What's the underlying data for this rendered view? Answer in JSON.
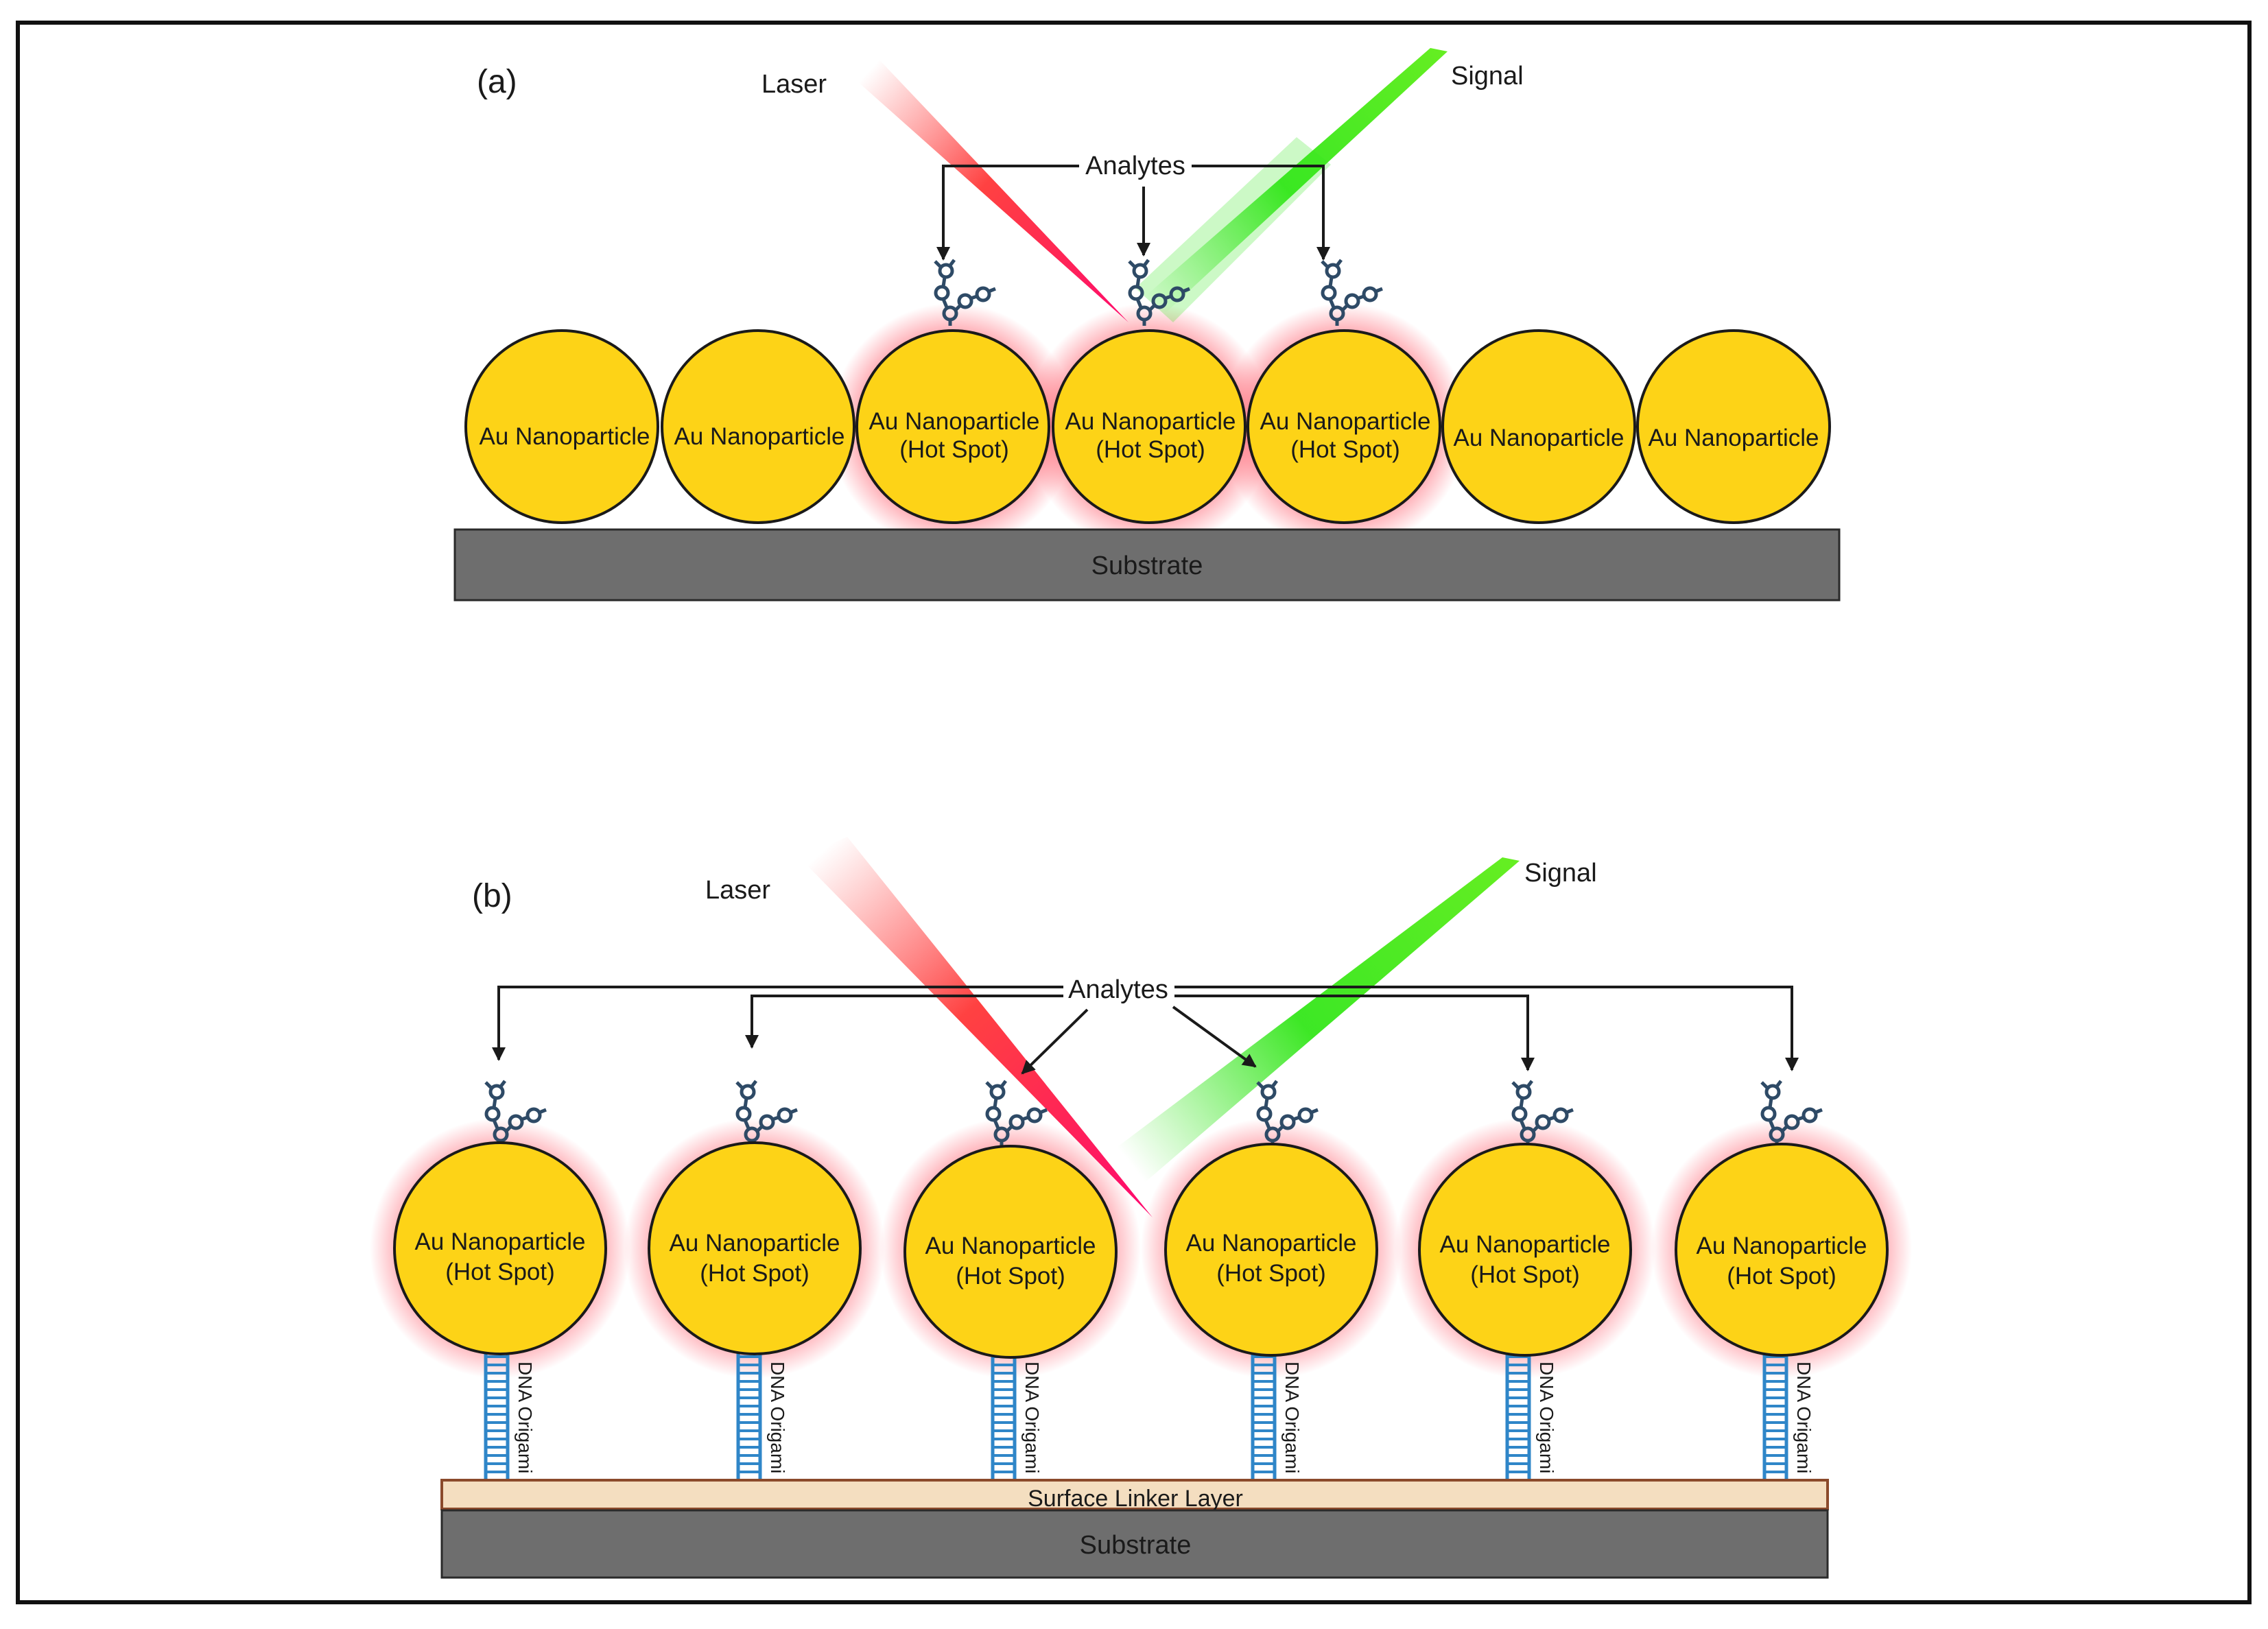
{
  "panel_a": {
    "label": "(a)",
    "laser_label": "Laser",
    "signal_label": "Signal",
    "analytes_label": "Analytes",
    "substrate_label": "Substrate",
    "particles": [
      {
        "line1": "Au Nanoparticle",
        "line2": "",
        "hot": false
      },
      {
        "line1": "Au Nanoparticle",
        "line2": "",
        "hot": false
      },
      {
        "line1": "Au Nanoparticle",
        "line2": "(Hot Spot)",
        "hot": true
      },
      {
        "line1": "Au Nanoparticle",
        "line2": "(Hot Spot)",
        "hot": true
      },
      {
        "line1": "Au Nanoparticle",
        "line2": "(Hot Spot)",
        "hot": true
      },
      {
        "line1": "Au Nanoparticle",
        "line2": "",
        "hot": false
      },
      {
        "line1": "Au Nanoparticle",
        "line2": "",
        "hot": false
      }
    ]
  },
  "panel_b": {
    "label": "(b)",
    "laser_label": "Laser",
    "signal_label": "Signal",
    "analytes_label": "Analytes",
    "linker_label": "Surface Linker Layer",
    "substrate_label": "Substrate",
    "dna_label": "DNA Origami",
    "particles": [
      {
        "line1": "Au Nanoparticle",
        "line2": "(Hot Spot)",
        "hot": true
      },
      {
        "line1": "Au Nanoparticle",
        "line2": "(Hot Spot)",
        "hot": true
      },
      {
        "line1": "Au Nanoparticle",
        "line2": "(Hot Spot)",
        "hot": true
      },
      {
        "line1": "Au Nanoparticle",
        "line2": "(Hot Spot)",
        "hot": true
      },
      {
        "line1": "Au Nanoparticle",
        "line2": "(Hot Spot)",
        "hot": true
      },
      {
        "line1": "Au Nanoparticle",
        "line2": "(Hot Spot)",
        "hot": true
      }
    ]
  },
  "colors": {
    "gold": "#FDD317",
    "substrate": "#6E6E6E",
    "linker": "#F4DEC0",
    "linker_border": "#8B4A2B",
    "laser": "#FF1A1A",
    "signal": "#33E61A",
    "dna": "#2F86C8",
    "molecule": "#2E4A66"
  }
}
